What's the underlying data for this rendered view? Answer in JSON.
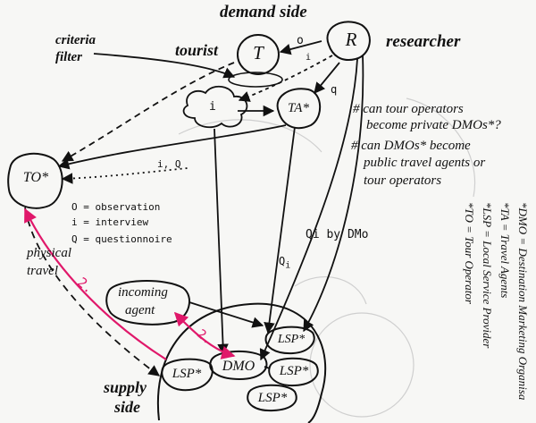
{
  "labels": {
    "demand_side": "demand side",
    "tourist": "tourist",
    "researcher": "researcher",
    "criteria_filter": [
      "criteria",
      "filter"
    ],
    "supply_side": [
      "supply",
      "side"
    ],
    "physical_travel": [
      "physical",
      "travel"
    ],
    "incoming_agent": [
      "incoming",
      "agent"
    ]
  },
  "nodes": {
    "T": "T",
    "R": "R",
    "TA": "TA*",
    "TO": "TO*",
    "DMO": "DMO",
    "LSP": "LSP*"
  },
  "edge_labels": {
    "o_i_top": "o",
    "i_sub": "i",
    "i_cloud": "i",
    "q_r": "q",
    "q_i_dmo": "Q",
    "q_i_dmo_rest": "i by DMo",
    "q_i_lsp": "Q",
    "q_i_lsp_sub": "i",
    "i_q_to": "i, Q",
    "two": "2.",
    "two_q": "2."
  },
  "legend_codes": [
    "O = observation",
    "i = interview",
    "Q = questionnoire"
  ],
  "questions": [
    "# can tour operators",
    "become private DMOs*?",
    "# can DMOs* become",
    "public travel agents or",
    "tour operators"
  ],
  "footnotes": [
    "*DMO = Destination Marketing Organisa",
    "*TA = Travel Agents",
    "*LSP = Local Service Provider",
    "*TO = Tour Operator"
  ],
  "colors": {
    "ink": "#111111",
    "accent_red": "#e0186a",
    "faint": "#bdbdbd",
    "paper": "#f7f7f5"
  }
}
